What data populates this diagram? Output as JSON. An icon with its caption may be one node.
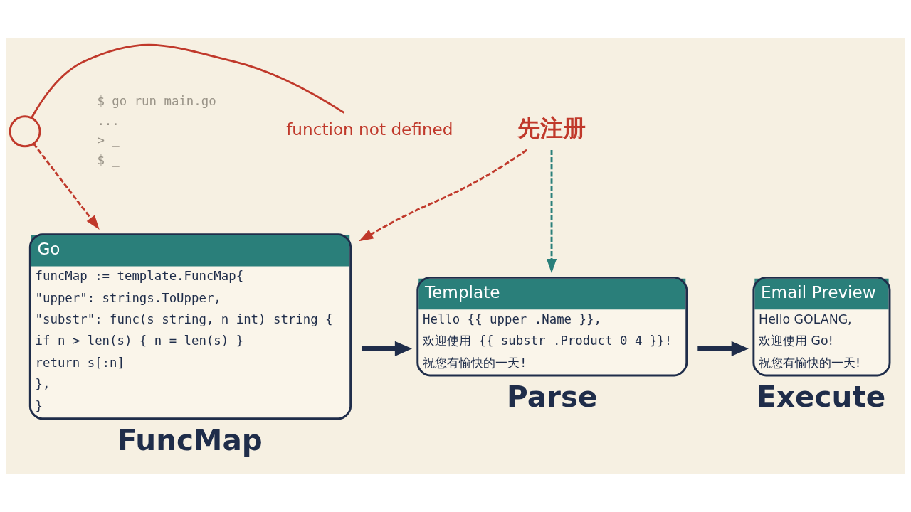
{
  "diagram": {
    "nodes": [
      {
        "text": [
          "先注册"
        ]
      },
      {
        "text": [
          "Go",
          "funcMap := template.FuncMap{",
          "\"upper\": strings.ToUpper,",
          "\"substr\": func(s string, n int) string {",
          "if n > len(s) { n = len(s) }",
          "return s[:n]",
          "},",
          "}"
        ],
        "beside": [
          "FuncMap"
        ]
      },
      {
        "text": [
          "Template",
          "Hello {{ upper .Name }},",
          "欢迎使用 {{ substr .Product 0 4 }}!",
          "祝您有愉快的一天!"
        ],
        "beside": [
          "Parse"
        ]
      },
      {
        "text": [
          "Email Preview",
          "Hello GOLANG,",
          "欢迎使用 Go!",
          "祝您有愉快的一天!"
        ],
        "beside": [
          "Execute"
        ]
      },
      {
        "text": [],
        "shape": "circle"
      },
      {
        "text": [
          "function not defined"
        ]
      }
    ],
    "edges": [
      {
        "from": 0,
        "to": 1,
        "arrow": "to",
        "style": "dashed",
        "color": "#c0392b"
      },
      {
        "from": 0,
        "to": 2,
        "arrow": "to",
        "style": "dashed",
        "color": "#2a7f7a"
      },
      {
        "from": 4,
        "to": 1,
        "arrow": "to",
        "style": "dashed",
        "color": "#c0392b"
      },
      {
        "from": 5,
        "to": 4,
        "arrow": "none",
        "color": "#c0392b"
      },
      {
        "from": 1,
        "to": 2,
        "arrow": "to",
        "style": "thick",
        "color": "#1f2d4a"
      },
      {
        "from": 2,
        "to": 3,
        "arrow": "to",
        "style": "thick",
        "color": "#1f2d4a"
      }
    ],
    "labels": [
      "$ go run main.go",
      "...",
      "> _",
      "$ _"
    ]
  }
}
